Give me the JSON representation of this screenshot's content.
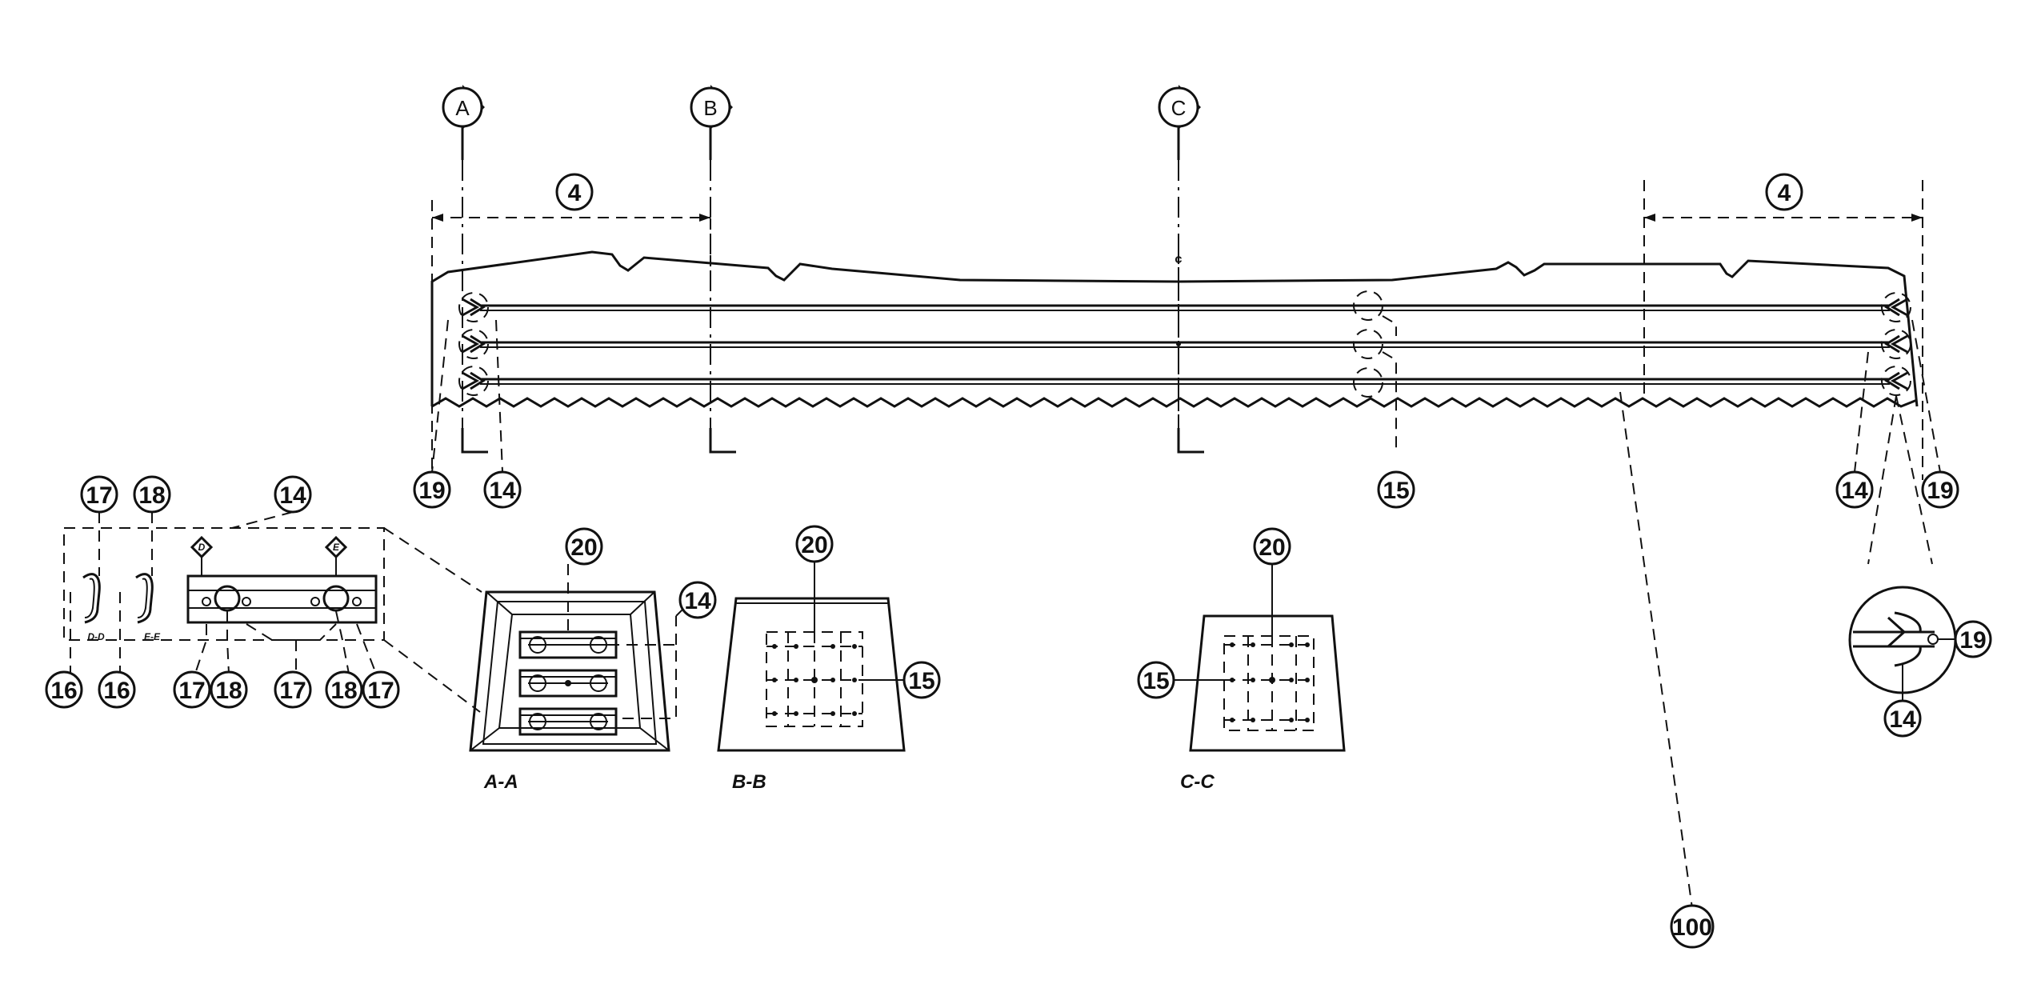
{
  "section_markers": {
    "a": "A",
    "b": "B",
    "c": "C",
    "d": "D",
    "e": "E"
  },
  "center_mark": "¢",
  "callouts": {
    "dim_left": "4",
    "dim_right": "4",
    "bottom_left_19": "19",
    "bottom_left_14": "14",
    "bottom_mid_15": "15",
    "bottom_right_14": "14",
    "bottom_right_19": "19",
    "detail_17": "17",
    "detail_18": "18",
    "detail_14": "14",
    "detail_16a": "16",
    "detail_16b": "16",
    "detail_17b": "17",
    "detail_18b": "18",
    "detail_17c": "17",
    "detail_18c": "18",
    "detail_17d": "17",
    "aa_20": "20",
    "aa_14": "14",
    "bb_20": "20",
    "bb_15": "15",
    "cc_20": "20",
    "cc_15": "15",
    "zoom_19": "19",
    "zoom_14": "14",
    "ref_100": "100"
  },
  "captions": {
    "section_aa": "A-A",
    "section_bb": "B-B",
    "section_cc": "C-C",
    "profile_dd": "D-D",
    "profile_ee": "E-E"
  }
}
